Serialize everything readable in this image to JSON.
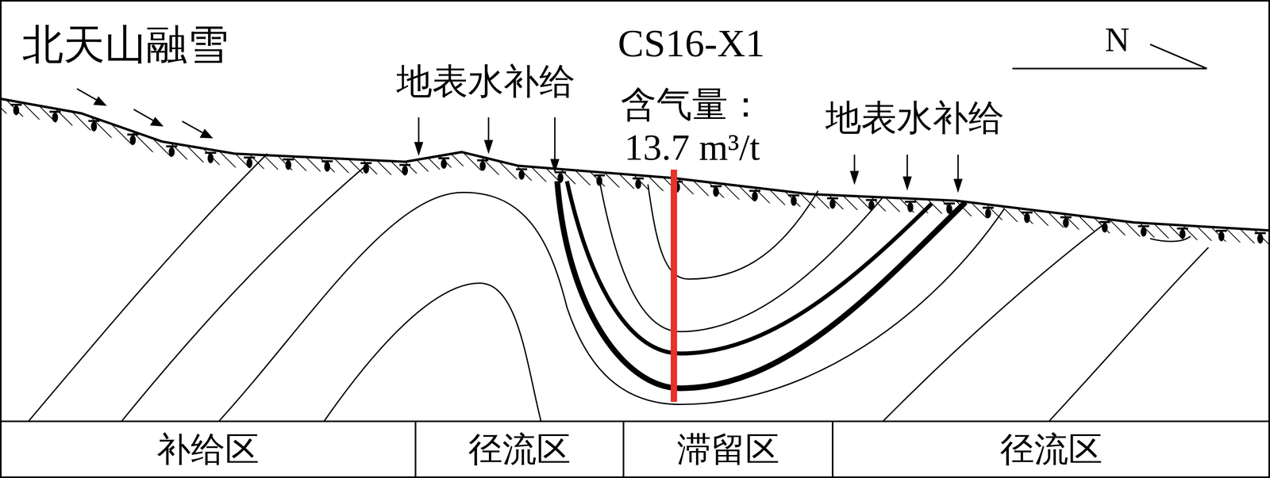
{
  "diagram": {
    "nodes": [
      {
        "text": [
          "补给区"
        ]
      },
      {
        "text": [
          "径流区"
        ]
      },
      {
        "text": [
          "滞留区"
        ]
      },
      {
        "text": [
          "径流区"
        ]
      }
    ],
    "labels": [
      "北天山融雪",
      "地表水补给",
      "CS16-X1",
      "含气量：",
      "13.7 m³/t",
      "地表水补给",
      "N"
    ]
  }
}
